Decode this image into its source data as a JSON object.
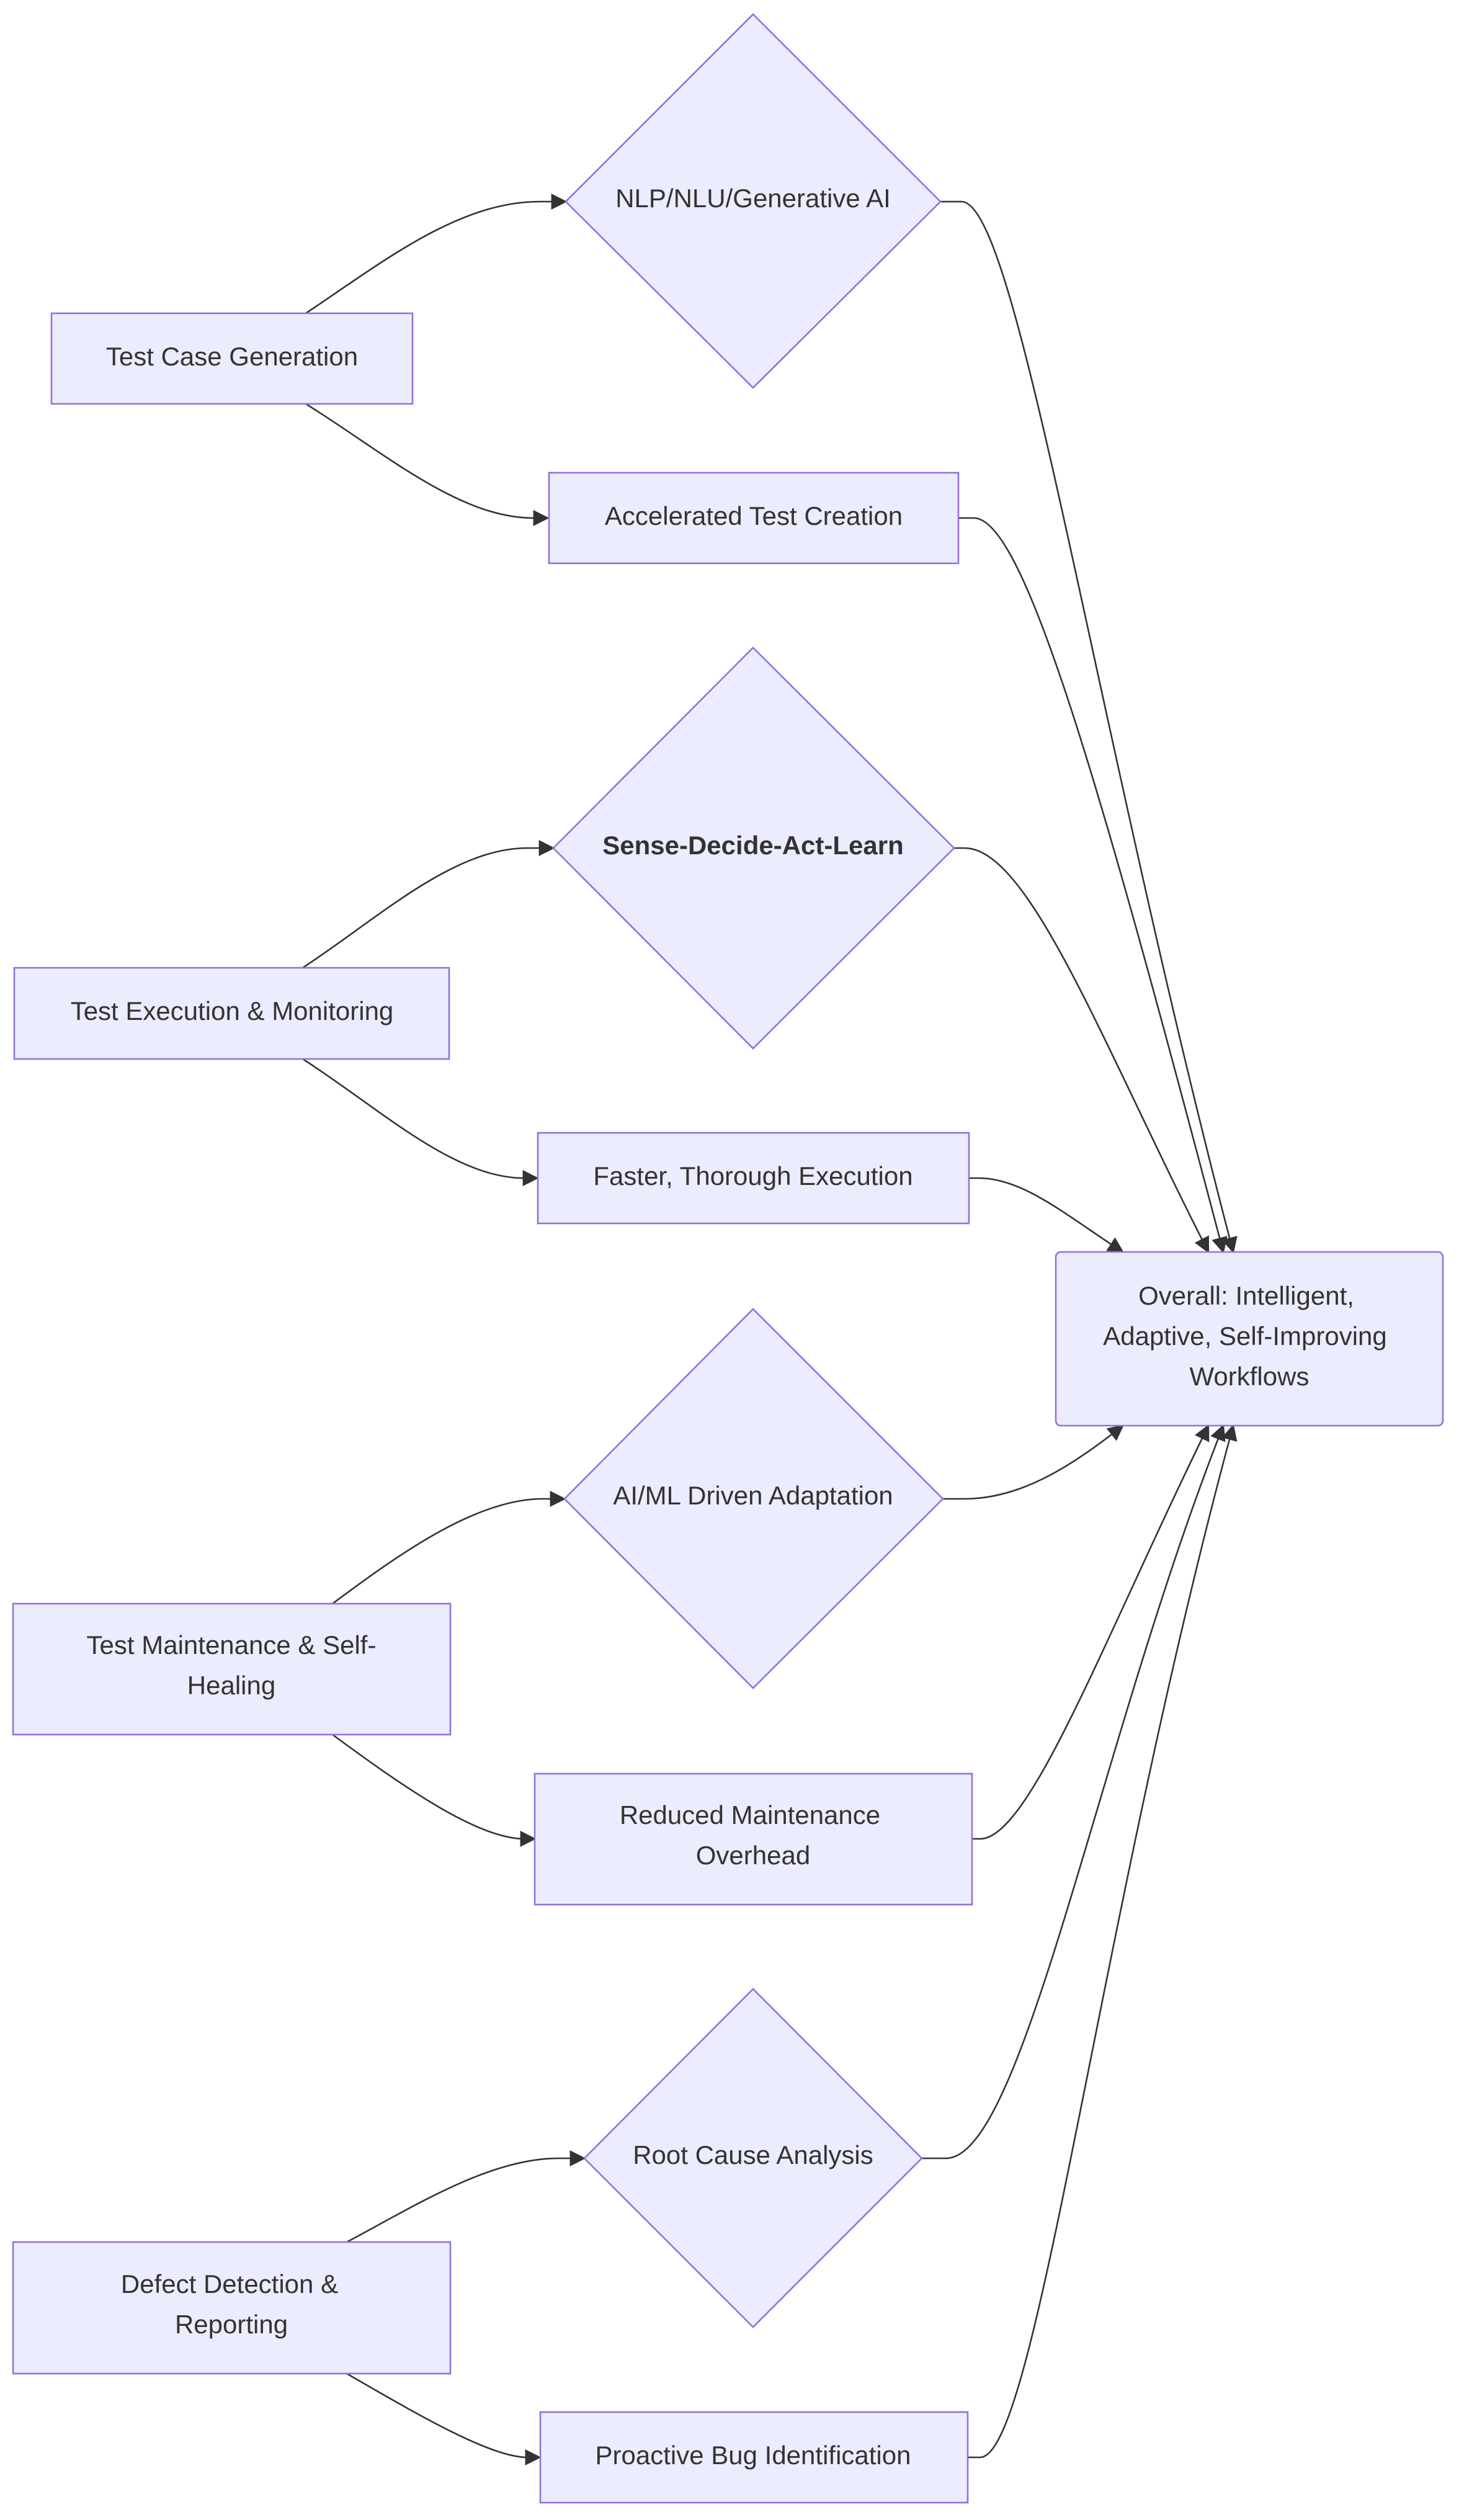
{
  "colors": {
    "node_fill": "#ECECFF",
    "node_stroke": "#9370DB",
    "edge": "#333333",
    "text": "#333333",
    "background": "#FFFFFF"
  },
  "nodes": {
    "test_case_generation": {
      "label": "Test Case Generation",
      "shape": "rect"
    },
    "nlp_generative_ai": {
      "label": "NLP/NLU/Generative AI",
      "shape": "diamond"
    },
    "accelerated_test_creation": {
      "label": "Accelerated Test Creation",
      "shape": "rect"
    },
    "test_execution_monitoring": {
      "label": "Test Execution & Monitoring",
      "shape": "rect"
    },
    "sense_decide_act_learn": {
      "label": "Sense-Decide-Act-Learn",
      "shape": "diamond",
      "bold": true
    },
    "faster_thorough_execution": {
      "label": "Faster, Thorough Execution",
      "shape": "rect"
    },
    "test_maintenance_self_healing": {
      "label_lines": [
        "Test Maintenance & Self-",
        "Healing"
      ],
      "shape": "rect"
    },
    "ai_ml_driven_adaptation": {
      "label": "AI/ML Driven Adaptation",
      "shape": "diamond"
    },
    "reduced_maintenance_overhead": {
      "label_lines": [
        "Reduced Maintenance",
        "Overhead"
      ],
      "shape": "rect"
    },
    "defect_detection_reporting": {
      "label_lines": [
        "Defect Detection &",
        "Reporting"
      ],
      "shape": "rect"
    },
    "root_cause_analysis": {
      "label": "Root Cause Analysis",
      "shape": "diamond"
    },
    "proactive_bug_identification": {
      "label": "Proactive Bug Identification",
      "shape": "rect"
    },
    "overall": {
      "label_lines": [
        "Overall: Intelligent,",
        "Adaptive, Self-Improving",
        "Workflows"
      ],
      "shape": "rounded-rect"
    }
  },
  "edges": [
    {
      "from": "test_case_generation",
      "to": "nlp_generative_ai"
    },
    {
      "from": "test_case_generation",
      "to": "accelerated_test_creation"
    },
    {
      "from": "test_execution_monitoring",
      "to": "sense_decide_act_learn"
    },
    {
      "from": "test_execution_monitoring",
      "to": "faster_thorough_execution"
    },
    {
      "from": "test_maintenance_self_healing",
      "to": "ai_ml_driven_adaptation"
    },
    {
      "from": "test_maintenance_self_healing",
      "to": "reduced_maintenance_overhead"
    },
    {
      "from": "defect_detection_reporting",
      "to": "root_cause_analysis"
    },
    {
      "from": "defect_detection_reporting",
      "to": "proactive_bug_identification"
    },
    {
      "from": "nlp_generative_ai",
      "to": "overall"
    },
    {
      "from": "accelerated_test_creation",
      "to": "overall"
    },
    {
      "from": "sense_decide_act_learn",
      "to": "overall"
    },
    {
      "from": "faster_thorough_execution",
      "to": "overall"
    },
    {
      "from": "ai_ml_driven_adaptation",
      "to": "overall"
    },
    {
      "from": "reduced_maintenance_overhead",
      "to": "overall"
    },
    {
      "from": "root_cause_analysis",
      "to": "overall"
    },
    {
      "from": "proactive_bug_identification",
      "to": "overall"
    }
  ]
}
